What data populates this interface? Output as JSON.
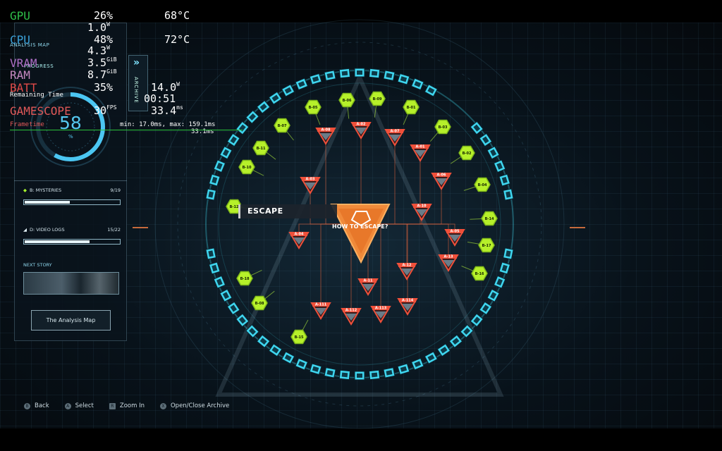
{
  "overlay": {
    "gpu": {
      "label": "GPU",
      "percent": "26%",
      "temp": "68°C",
      "power": "1.0",
      "power_unit": "W"
    },
    "cpu": {
      "label": "CPU",
      "percent": "48%",
      "temp": "72°C",
      "power": "4.3",
      "power_unit": "W"
    },
    "vram": {
      "label": "VRAM",
      "value": "3.5",
      "unit": "GiB"
    },
    "ram": {
      "label": "RAM",
      "value": "8.7",
      "unit": "GiB"
    },
    "batt": {
      "label": "BATT",
      "percent": "35%",
      "watts": "14.0",
      "watts_unit": "W",
      "time": "00:51"
    },
    "remaining_time": "Remaining Time",
    "gamescope": {
      "label": "GAMESCOPE",
      "fps": "30",
      "fps_unit": "FPS",
      "ms": "33.4",
      "ms_unit": "ms"
    },
    "frametime": {
      "label": "Frametime",
      "minmax": "min: 17.0ms, max: 159.1ms",
      "current": "33.1ms"
    },
    "colors": {
      "gpu": "#2fbf4a",
      "cpu": "#3aa0d8",
      "vram": "#b070c8",
      "ram": "#c688c0",
      "batt": "#e04a48",
      "gamescope": "#e05858",
      "frametime": "#e05858"
    }
  },
  "panel": {
    "analysis_map_label": "ANALYSIS MAP",
    "progress_label": "PROGRESS",
    "archive_tab": "ARCHIVE",
    "gauge": {
      "value": "58",
      "unit": "%",
      "fraction": 0.58
    },
    "mysteries": {
      "label": "B: MYSTERIES",
      "count": "9/19",
      "fraction": 0.47
    },
    "video_logs": {
      "label": "D: VIDEO LOGS",
      "count": "15/22",
      "fraction": 0.68
    },
    "next_story_label": "NEXT STORY",
    "analysis_map_button": "The Analysis Map"
  },
  "map": {
    "selected_label": "ESCAPE",
    "center_question": "HOW TO ESCAPE?",
    "green_nodes": [
      "B-07",
      "B-05",
      "B-06",
      "B-09",
      "B-01",
      "B-03",
      "B-02",
      "B-04",
      "B-11",
      "B-10",
      "B-12",
      "B-14",
      "B-17",
      "B-16",
      "B-15",
      "B-08",
      "B-18"
    ],
    "red_nodes": [
      "A-08",
      "A-02",
      "A-07",
      "A-01",
      "A-06",
      "A-03",
      "A-10",
      "A-04",
      "A-05",
      "A-13",
      "A-12",
      "A-11",
      "A-111",
      "A-112",
      "A-113",
      "A-114"
    ]
  },
  "prompts": [
    {
      "icon": "B",
      "label": "Back",
      "icon_name": "circle-button-icon"
    },
    {
      "icon": "A",
      "label": "Select",
      "icon_name": "cross-button-icon"
    },
    {
      "icon": "R",
      "label": "Zoom In",
      "icon_name": "r-button-icon"
    },
    {
      "icon": "X",
      "label": "Open/Close Archive",
      "icon_name": "square-button-icon"
    }
  ]
}
